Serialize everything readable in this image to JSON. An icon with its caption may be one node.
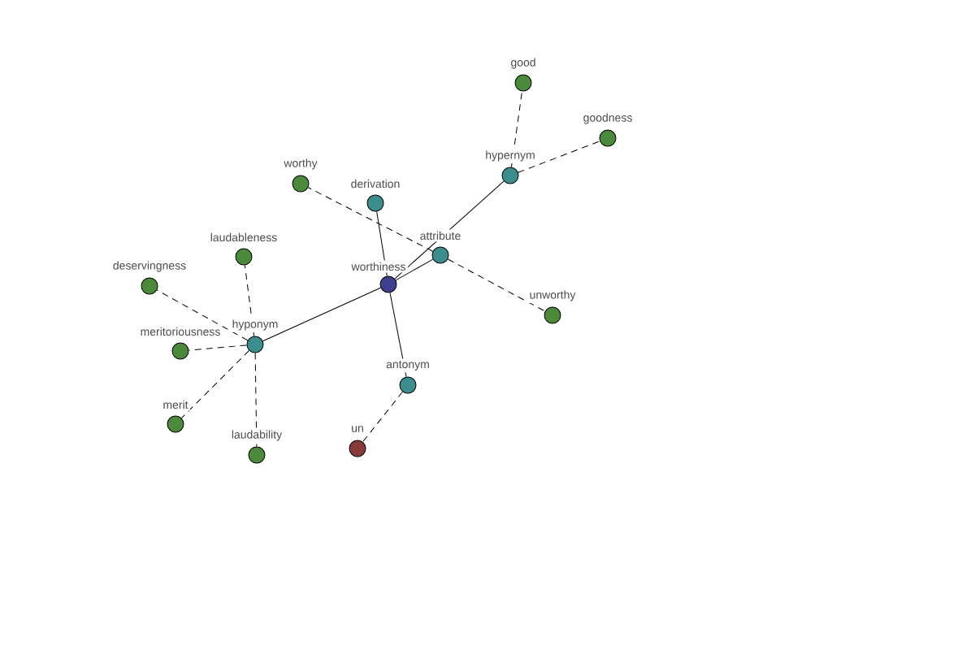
{
  "diagram": {
    "nodes": [
      {
        "text": [
          "good"
        ]
      },
      {
        "text": [
          "goodness"
        ]
      },
      {
        "text": [
          "hypernym"
        ]
      },
      {
        "text": [
          "worthy"
        ]
      },
      {
        "text": [
          "derivation"
        ]
      },
      {
        "text": [
          "laudableness"
        ]
      },
      {
        "text": [
          "attribute"
        ]
      },
      {
        "text": [
          "worthiness"
        ]
      },
      {
        "text": [
          "deservingness"
        ]
      },
      {
        "text": [
          "unworthy"
        ]
      },
      {
        "text": [
          "hyponym"
        ]
      },
      {
        "text": [
          "meritoriousness"
        ]
      },
      {
        "text": [
          "antonym"
        ]
      },
      {
        "text": [
          "merit"
        ]
      },
      {
        "text": [
          "laudability"
        ]
      },
      {
        "text": [
          "un"
        ]
      }
    ],
    "edges": [
      {
        "from": 7,
        "to": 4,
        "arrow": "none"
      },
      {
        "from": 7,
        "to": 2,
        "arrow": "none"
      },
      {
        "from": 7,
        "to": 6,
        "arrow": "none"
      },
      {
        "from": 7,
        "to": 10,
        "arrow": "none"
      },
      {
        "from": 7,
        "to": 12,
        "arrow": "none"
      },
      {
        "from": 2,
        "to": 0,
        "arrow": "none",
        "style": "dashed"
      },
      {
        "from": 2,
        "to": 1,
        "arrow": "none",
        "style": "dashed"
      },
      {
        "from": 6,
        "to": 3,
        "arrow": "none",
        "style": "dashed"
      },
      {
        "from": 6,
        "to": 9,
        "arrow": "none",
        "style": "dashed"
      },
      {
        "from": 10,
        "to": 5,
        "arrow": "none",
        "style": "dashed"
      },
      {
        "from": 10,
        "to": 8,
        "arrow": "none",
        "style": "dashed"
      },
      {
        "from": 10,
        "to": 11,
        "arrow": "none",
        "style": "dashed"
      },
      {
        "from": 10,
        "to": 13,
        "arrow": "none",
        "style": "dashed"
      },
      {
        "from": 10,
        "to": 14,
        "arrow": "none",
        "style": "dashed"
      },
      {
        "from": 12,
        "to": 15,
        "arrow": "none",
        "style": "dashed"
      }
    ]
  }
}
